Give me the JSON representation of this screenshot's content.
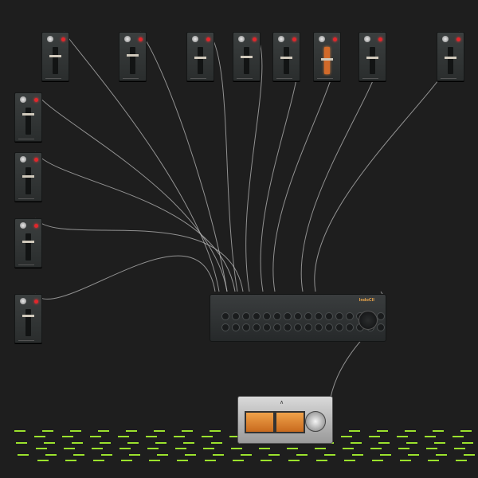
{
  "theme": {
    "background": "#1e1e1e",
    "wire_color": "#b8b8b8",
    "tick_color": "#9be22d",
    "led_color": "#e2262b"
  },
  "modules": [
    {
      "id": "m1",
      "fader": 0.72,
      "hot": false
    },
    {
      "id": "m2",
      "fader": 0.74,
      "hot": false
    },
    {
      "id": "m3",
      "fader": 0.64,
      "hot": false
    },
    {
      "id": "m4",
      "fader": 0.68,
      "hot": false
    },
    {
      "id": "m5",
      "fader": 0.66,
      "hot": false
    },
    {
      "id": "m6",
      "fader": 0.6,
      "hot": true
    },
    {
      "id": "m7",
      "fader": 0.66,
      "hot": false
    },
    {
      "id": "m8",
      "fader": 0.66,
      "hot": false
    },
    {
      "id": "m9",
      "fader": 0.78,
      "hot": false
    },
    {
      "id": "m10",
      "fader": 0.7,
      "hot": false
    },
    {
      "id": "m11",
      "fader": 0.74,
      "hot": false
    },
    {
      "id": "m12",
      "fader": 0.8,
      "hot": false
    }
  ],
  "mixer": {
    "brand": "lndoCll",
    "icon": "mixer-knob-icon"
  },
  "meter_unit": {
    "icon": "vu-meter-icon"
  }
}
